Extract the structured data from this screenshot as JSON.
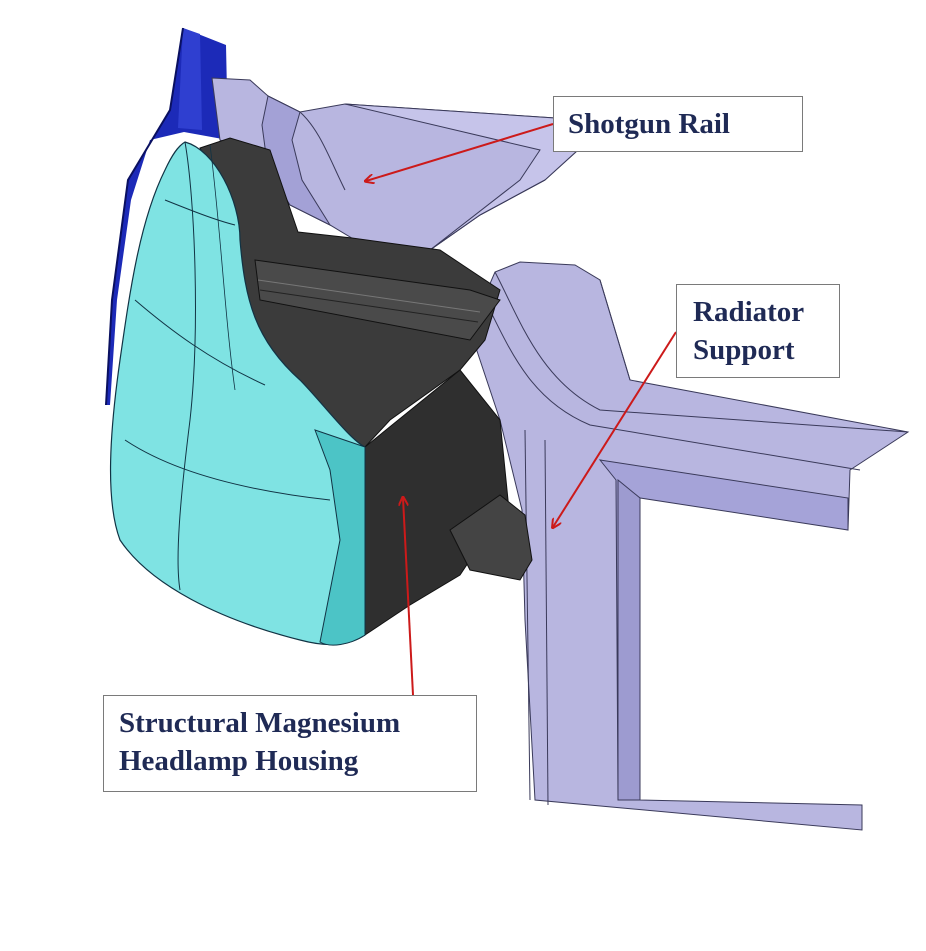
{
  "labels": {
    "shotgun_rail": "Shotgun Rail",
    "radiator_support_line1": "Radiator",
    "radiator_support_line2": "Support",
    "housing_line1": "Structural Magnesium",
    "housing_line2": "Headlamp Housing"
  },
  "colors": {
    "steel_parts": "#b8b6e0",
    "steel_shadow": "#9d9bd0",
    "headlamp_lens": "#7fe3e3",
    "headlamp_lens_dark": "#4cc4c6",
    "housing": "#3b3b3b",
    "housing_dark": "#2a2a2a",
    "fender": "#1c2ab8",
    "arrow": "#cc1a1a",
    "label_text": "#1f2a55"
  }
}
